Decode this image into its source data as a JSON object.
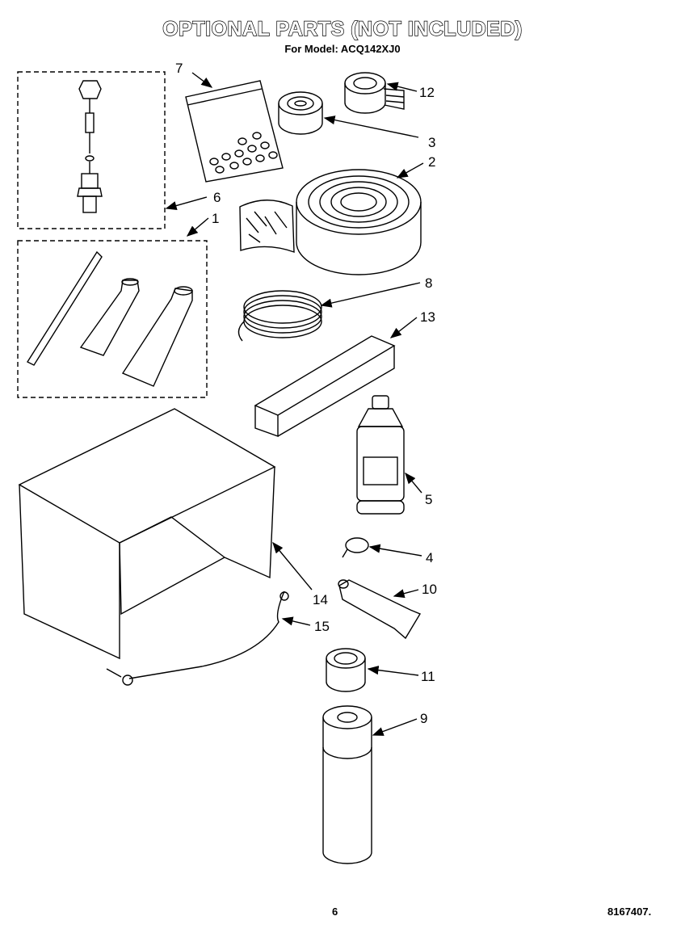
{
  "header": {
    "title": "OPTIONAL PARTS (NOT INCLUDED)",
    "subtitle": "For Model: ACQ142XJ0"
  },
  "footer": {
    "page_number": "6",
    "document_number": "8167407."
  },
  "callouts": [
    "7",
    "12",
    "3",
    "2",
    "6",
    "1",
    "8",
    "13",
    "5",
    "4",
    "10",
    "14",
    "15",
    "11",
    "9"
  ]
}
